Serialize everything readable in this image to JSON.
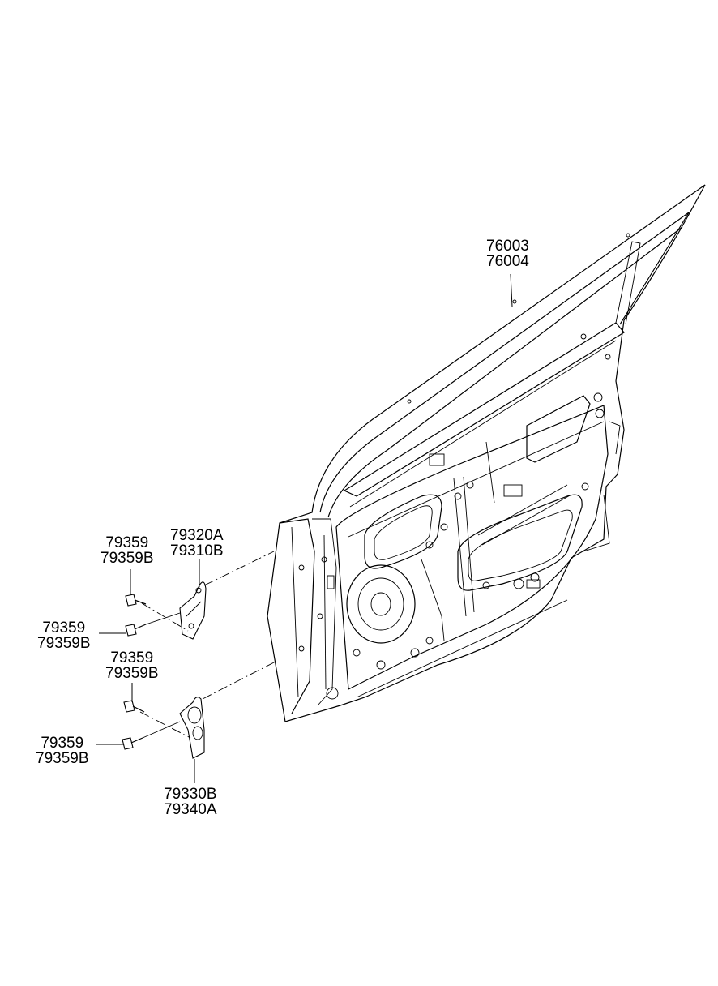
{
  "callouts": {
    "door_panel": {
      "line1": "76003",
      "line2": "76004"
    },
    "upper_hinge_body": {
      "line1": "79320A",
      "line2": "79310B"
    },
    "upper_hinge_bolt_top": {
      "line1": "79359",
      "line2": "79359B"
    },
    "upper_hinge_bolt_side": {
      "line1": "79359",
      "line2": "79359B"
    },
    "lower_hinge_bolt_top": {
      "line1": "79359",
      "line2": "79359B"
    },
    "lower_hinge_bolt_side": {
      "line1": "79359",
      "line2": "79359B"
    },
    "lower_hinge_body": {
      "line1": "79330B",
      "line2": "79340A"
    }
  }
}
